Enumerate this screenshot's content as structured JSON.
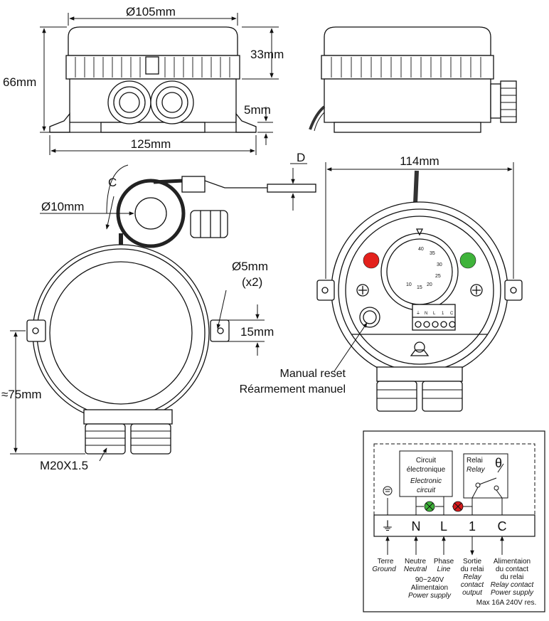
{
  "dimensions": {
    "diameter_top": "Ø105mm",
    "height_top": "33mm",
    "height_total": "66mm",
    "base_step": "5mm",
    "base_width": "125mm",
    "side_width": "114mm",
    "cable_d": "D",
    "loop_c": "C",
    "sensor_diameter": "Ø10mm",
    "hole_diameter": "Ø5mm",
    "hole_count": "(x2)",
    "lug_height": "15mm",
    "gland_distance": "≈75mm",
    "gland_thread": "M20X1.5"
  },
  "callouts": {
    "manual_reset_en": "Manual reset",
    "manual_reset_fr": "Réarmement manuel"
  },
  "dial": {
    "scale": [
      "10",
      "15",
      "20",
      "25",
      "30",
      "35",
      "40"
    ]
  },
  "terminal_block_labels": [
    "⏚",
    "N",
    "L",
    "1",
    "C"
  ],
  "schematic": {
    "circuit_fr_1": "Circuit",
    "circuit_fr_2": "électronique",
    "circuit_en_1": "Electronic",
    "circuit_en_2": "circuit",
    "relay_fr": "Relai",
    "relay_en": "Relay",
    "theta": "θ",
    "terminals": [
      "⏚",
      "N",
      "L",
      "1",
      "C"
    ],
    "ground_fr": "Terre",
    "ground_en": "Ground",
    "neutral_fr": "Neutre",
    "neutral_en": "Neutral",
    "phase_fr": "Phase",
    "phase_en": "Line",
    "output_fr_1": "Sortie",
    "output_fr_2": "du relai",
    "output_en_1": "Relay",
    "output_en_2": "contact",
    "output_en_3": "output",
    "supply_relay_fr_1": "Alimentaion",
    "supply_relay_fr_2": "du contact",
    "supply_relay_fr_3": "du relai",
    "supply_relay_en_1": "Relay contact",
    "supply_relay_en_2": "Power supply",
    "voltage": "90~240V",
    "supply_fr": "Alimentaion",
    "supply_en": "Power supply",
    "max_rating": "Max 16A 240V res."
  },
  "colors": {
    "led_red": "#e3211c",
    "led_green": "#3fb33a",
    "lamp_green": "#3fb33a",
    "lamp_red": "#d7191c"
  }
}
